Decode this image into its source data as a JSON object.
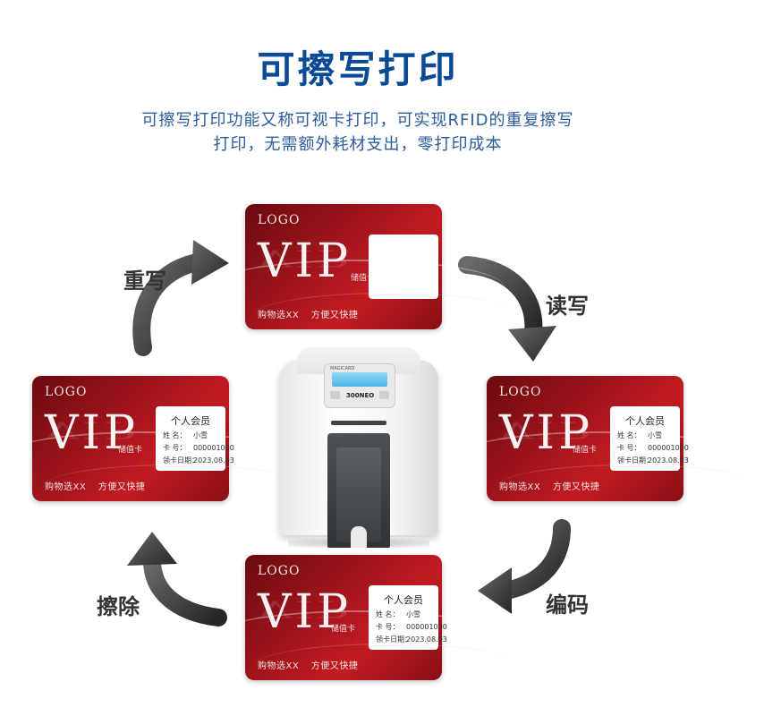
{
  "header": {
    "title": "可擦写打印",
    "subtitle_line1": "可擦写打印功能又称可视卡打印，可实现RFID的重复擦写",
    "subtitle_line2": "打印，无需额外耗材支出，零打印成本"
  },
  "steps": {
    "rewrite": "重写",
    "read_write": "读写",
    "encode": "编码",
    "erase": "擦除"
  },
  "card_common": {
    "logo": "LOGO",
    "vip": "VIP",
    "tag": "储值卡",
    "slogan_1": "购物选XX",
    "slogan_2": "方便又快捷"
  },
  "member_info": {
    "heading": "个人会员",
    "name_label": "姓    名：",
    "name_value": "小雪",
    "card_label": "卡    号：",
    "card_value": "000001000",
    "date_label": "领卡日期：",
    "date_value": "2023.08.03"
  },
  "printer": {
    "brand": "MAGICARD",
    "model": "300NEO"
  },
  "colors": {
    "title": "#0b4a96",
    "subtitle": "#2c5b9c",
    "card_red": "#a8151d",
    "arrow": "#3a3a3a"
  }
}
